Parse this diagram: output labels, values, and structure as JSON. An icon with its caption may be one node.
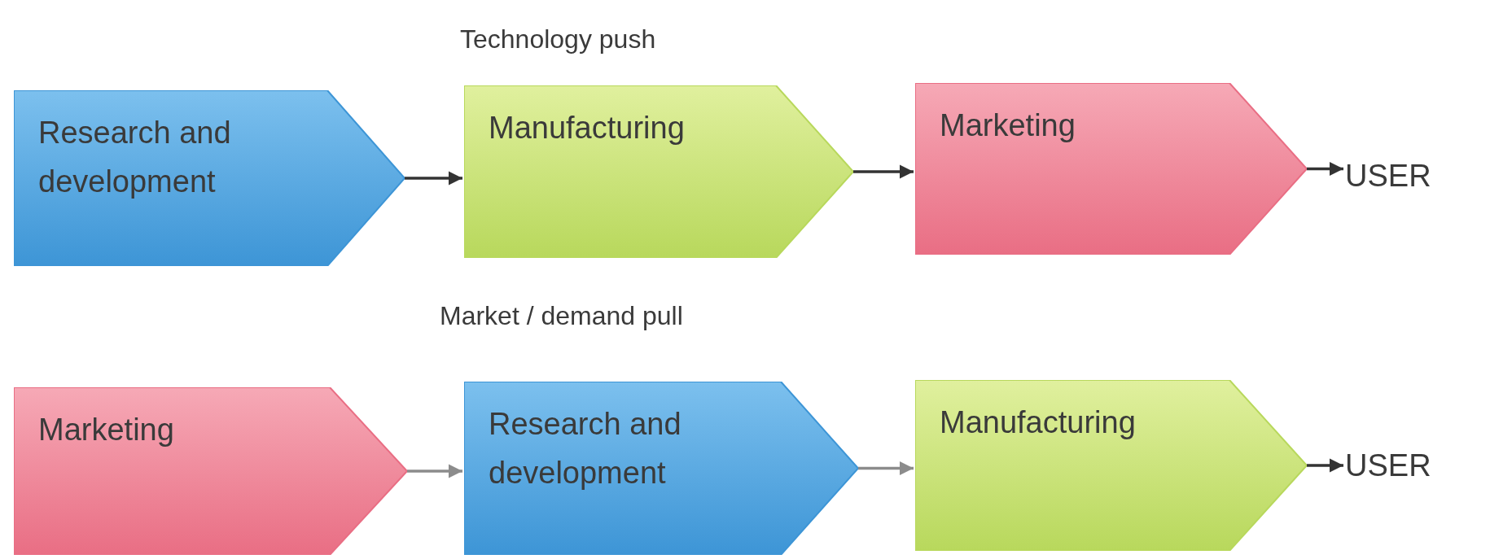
{
  "diagram": {
    "nodes": [
      {
        "text": [
          "Research and development"
        ]
      },
      {
        "text": [
          "Manufacturing"
        ]
      },
      {
        "text": [
          "Marketing"
        ]
      },
      {
        "text": [
          "USER"
        ]
      },
      {
        "text": [
          "Marketing"
        ]
      },
      {
        "text": [
          "Research and development"
        ]
      },
      {
        "text": [
          "Manufacturing"
        ]
      },
      {
        "text": [
          "USER"
        ]
      }
    ],
    "edges": [
      {
        "from": 0,
        "to": 1,
        "arrow": "to"
      },
      {
        "from": 1,
        "to": 2,
        "arrow": "to"
      },
      {
        "from": 2,
        "to": 3,
        "arrow": "to"
      },
      {
        "from": 4,
        "to": 5,
        "arrow": "to",
        "color": "#8c8c8c"
      },
      {
        "from": 5,
        "to": 6,
        "arrow": "to",
        "color": "#8c8c8c"
      },
      {
        "from": 6,
        "to": 7,
        "arrow": "to"
      }
    ],
    "labels": [
      "Technology push",
      "Market / demand pull"
    ]
  }
}
